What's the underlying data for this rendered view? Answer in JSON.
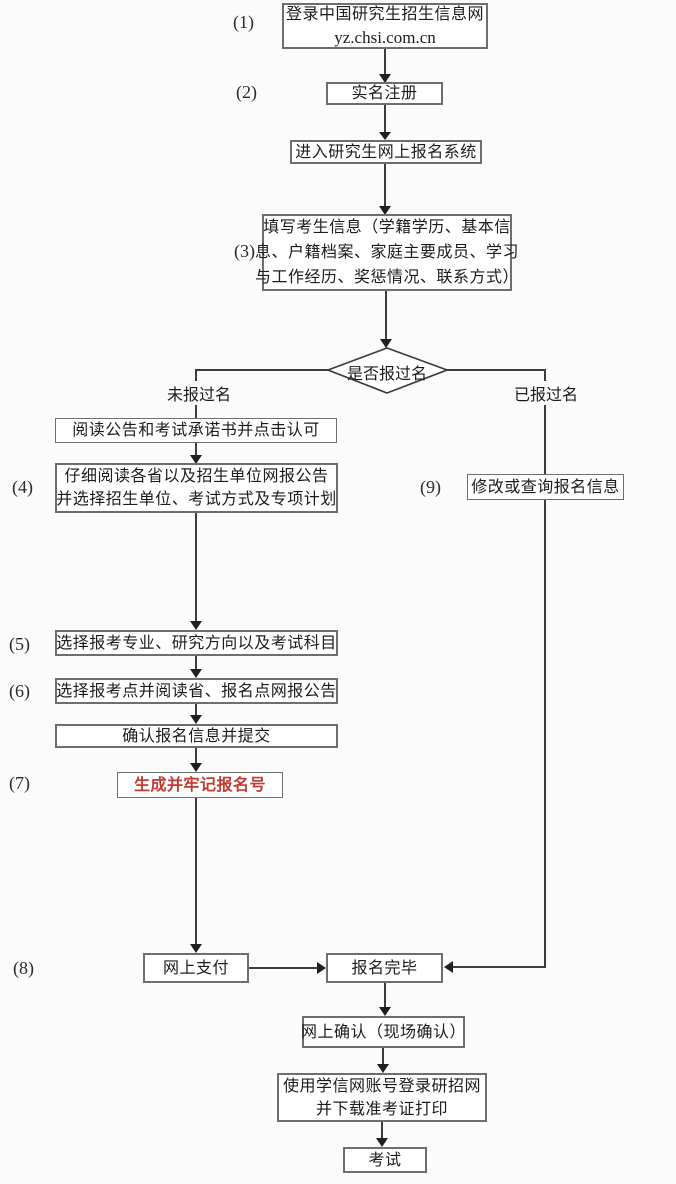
{
  "colors": {
    "background": "#fbfbfb",
    "box_bg": "#ffffff",
    "box_border": "#6e6e6e",
    "line": "#3d3d3d",
    "arrowhead": "#1f1f1f",
    "text": "#1c1c1c",
    "highlight_red": "#c23a30"
  },
  "nodes": {
    "login": {
      "num": "(1)",
      "line1": "登录中国研究生招生信息网",
      "line2": "yz.chsi.com.cn"
    },
    "register": {
      "num": "(2)",
      "label": "实名注册"
    },
    "enter_system": {
      "label": "进入研究生网上报名系统"
    },
    "fill_info": {
      "num": "(3)",
      "line1": "填写考生信息（学籍学历、基本信",
      "line2": "息、户籍档案、家庭主要成员、学习",
      "line3": "与工作经历、奖惩情况、联系方式）"
    },
    "decision": {
      "label": "是否报过名"
    },
    "branch_no": {
      "label": "未报过名"
    },
    "branch_yes": {
      "label": "已报过名"
    },
    "read_notice": {
      "label": "阅读公告和考试承诺书并点击认可"
    },
    "read_bulletin": {
      "num": "(4)",
      "line1": "仔细阅读各省以及招生单位网报公告",
      "line2": "并选择招生单位、考试方式及专项计划"
    },
    "modify_query": {
      "num": "(9)",
      "label": "修改或查询报名信息"
    },
    "choose_major": {
      "num": "(5)",
      "label": "选择报考专业、研究方向以及考试科目"
    },
    "choose_site": {
      "num": "(6)",
      "label": "选择报考点并阅读省、报名点网报公告"
    },
    "confirm_submit": {
      "label": "确认报名信息并提交"
    },
    "generate_number": {
      "num": "(7)",
      "label": "生成并牢记报名号"
    },
    "pay_online": {
      "num": "(8)",
      "label": "网上支付"
    },
    "complete": {
      "label": "报名完毕"
    },
    "confirm_online": {
      "label": "网上确认（现场确认）"
    },
    "download_ticket": {
      "line1": "使用学信网账号登录研招网",
      "line2": "并下载准考证打印"
    },
    "exam": {
      "label": "考试"
    }
  }
}
